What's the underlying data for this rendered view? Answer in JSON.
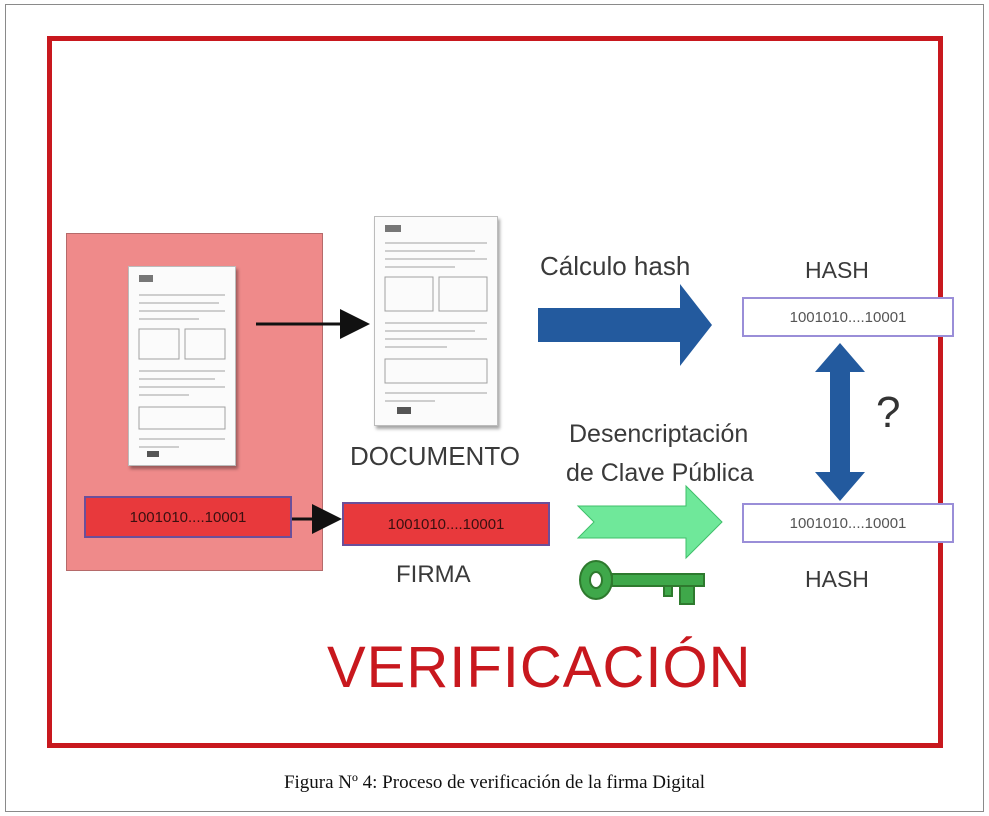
{
  "diagram": {
    "labels": {
      "calculo_hash": "Cálculo hash",
      "hash_top": "HASH",
      "hash_top_value": "1001010....10001",
      "documento": "DOCUMENTO",
      "desencriptacion_line1": "Desencriptación",
      "desencriptacion_line2": "de Clave Pública",
      "question": "?",
      "signed_bits": "1001010....10001",
      "firma_bits": "1001010....10001",
      "firma": "FIRMA",
      "hash_bottom_value": "1001010....10001",
      "hash_bottom": "HASH",
      "title": "VERIFICACIÓN"
    },
    "colors": {
      "frame": "#c8181e",
      "blue_arrow": "#235a9e",
      "green_arrow": "#6fe89a",
      "key": "#2e9a3a",
      "signed_bundle": "#ef8a8a",
      "red_box": "#e8393c"
    },
    "icons": [
      "document-icon",
      "key-icon",
      "double-arrow-icon"
    ]
  },
  "caption": "Figura Nº 4: Proceso de verificación de la firma Digital"
}
